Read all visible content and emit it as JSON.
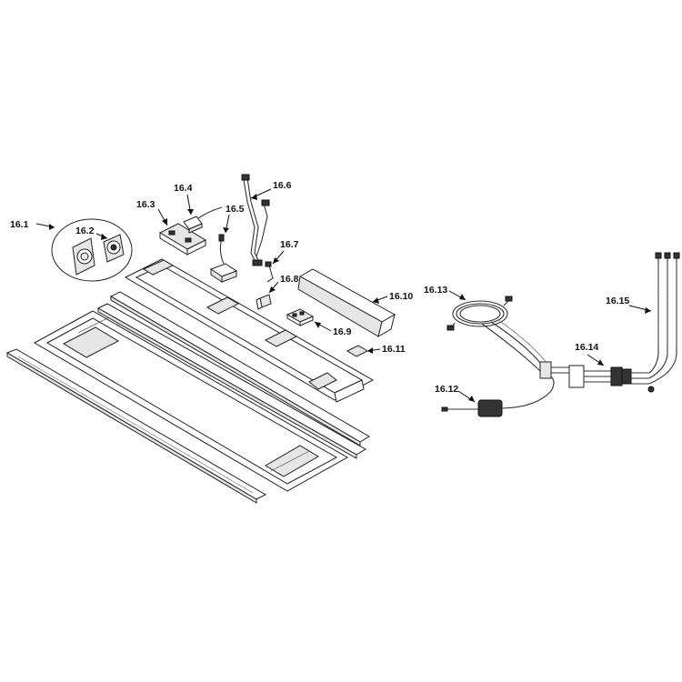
{
  "callouts": [
    {
      "id": "c1",
      "text": "16.1"
    },
    {
      "id": "c2",
      "text": "16.2"
    },
    {
      "id": "c3",
      "text": "16.3"
    },
    {
      "id": "c4",
      "text": "16.4"
    },
    {
      "id": "c5",
      "text": "16.5"
    },
    {
      "id": "c6",
      "text": "16.6"
    },
    {
      "id": "c7",
      "text": "16.7"
    },
    {
      "id": "c8",
      "text": "16.8"
    },
    {
      "id": "c9",
      "text": "16.9"
    },
    {
      "id": "c10",
      "text": "16.10"
    },
    {
      "id": "c11",
      "text": "16.11"
    },
    {
      "id": "c12",
      "text": "16.12"
    },
    {
      "id": "c13",
      "text": "16.13"
    },
    {
      "id": "c14",
      "text": "16.14"
    },
    {
      "id": "c15",
      "text": "16.15"
    }
  ],
  "colors": {
    "line": "#222222",
    "fill_light": "#e6e6e6",
    "fill_dark": "#333333",
    "background": "#ffffff"
  }
}
